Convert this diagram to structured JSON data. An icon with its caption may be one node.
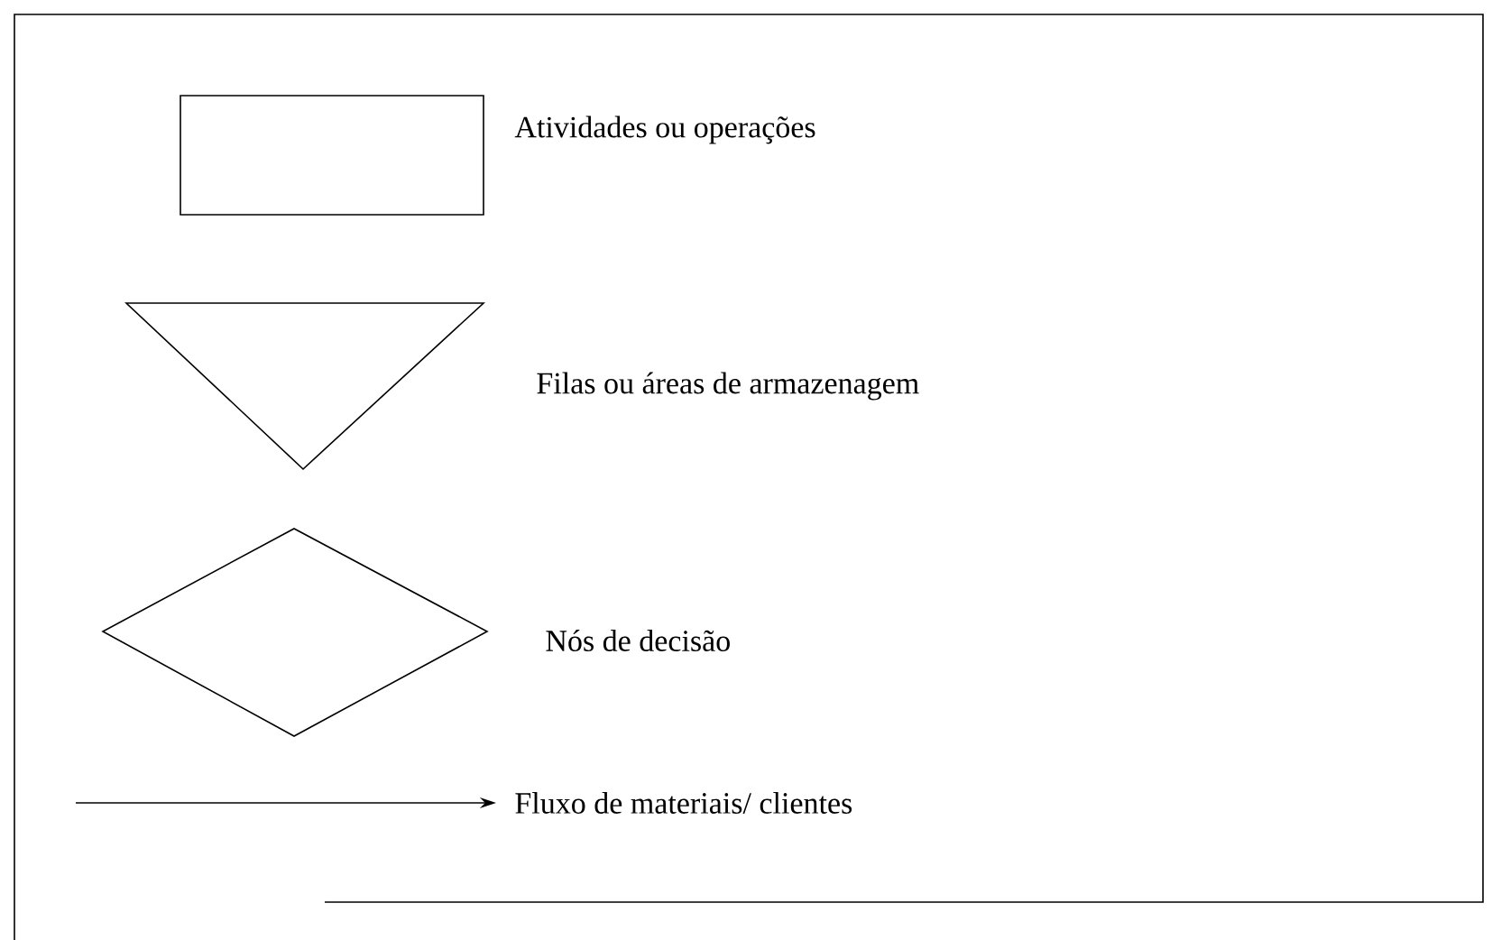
{
  "diagram": {
    "legend": [
      {
        "text": "Atividades ou operações"
      },
      {
        "text": "Filas ou áreas de armazenagem"
      },
      {
        "text": "Nós de decisão"
      },
      {
        "text": "Fluxo de materiais/ clientes"
      }
    ]
  }
}
